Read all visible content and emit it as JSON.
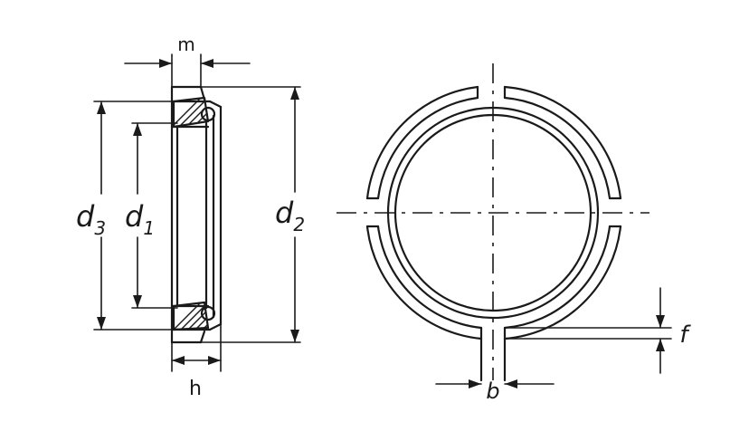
{
  "side_view": {
    "labels": {
      "m": "m",
      "h": "h",
      "d3": {
        "main": "d",
        "sub": "3"
      },
      "d1": {
        "main": "d",
        "sub": "1"
      },
      "d2": {
        "main": "d",
        "sub": "2"
      }
    }
  },
  "front_view": {
    "labels": {
      "b": "b",
      "f": "f"
    }
  }
}
